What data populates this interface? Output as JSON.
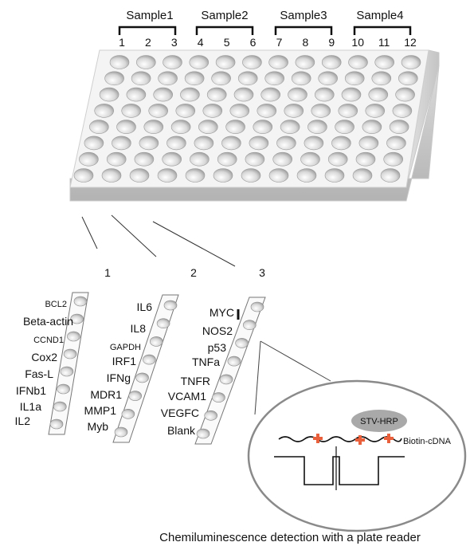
{
  "samples": [
    "Sample1",
    "Sample2",
    "Sample3",
    "Sample4"
  ],
  "columns": [
    "1",
    "2",
    "3",
    "4",
    "5",
    "6",
    "7",
    "8",
    "9",
    "10",
    "11",
    "12"
  ],
  "strips": [
    {
      "number": "1",
      "genes": [
        "BCL2",
        "Beta-actin",
        "CCND1",
        "Cox2",
        "Fas-L",
        "IFNb1",
        "IL1a",
        "IL2"
      ]
    },
    {
      "number": "2",
      "genes": [
        "IL6",
        "IL8",
        "GAPDH",
        "IRF1",
        "IFNg",
        "MDR1",
        "MMP1",
        "Myb"
      ]
    },
    {
      "number": "3",
      "genes": [
        "MYC",
        "NOS2",
        "p53",
        "TNFa",
        "TNFR",
        "VCAM1",
        "VEGFC",
        "Blank"
      ]
    }
  ],
  "detail": {
    "enzyme": "STV-HRP",
    "probe": "Biotin-cDNA"
  },
  "caption": "Chemiluminescence detection with a plate reader",
  "colors": {
    "marker": "#e8603c",
    "enzyme_blob": "#a9a9a9",
    "plate_face": "#f4f4f4",
    "well": "#a9a9a9"
  }
}
